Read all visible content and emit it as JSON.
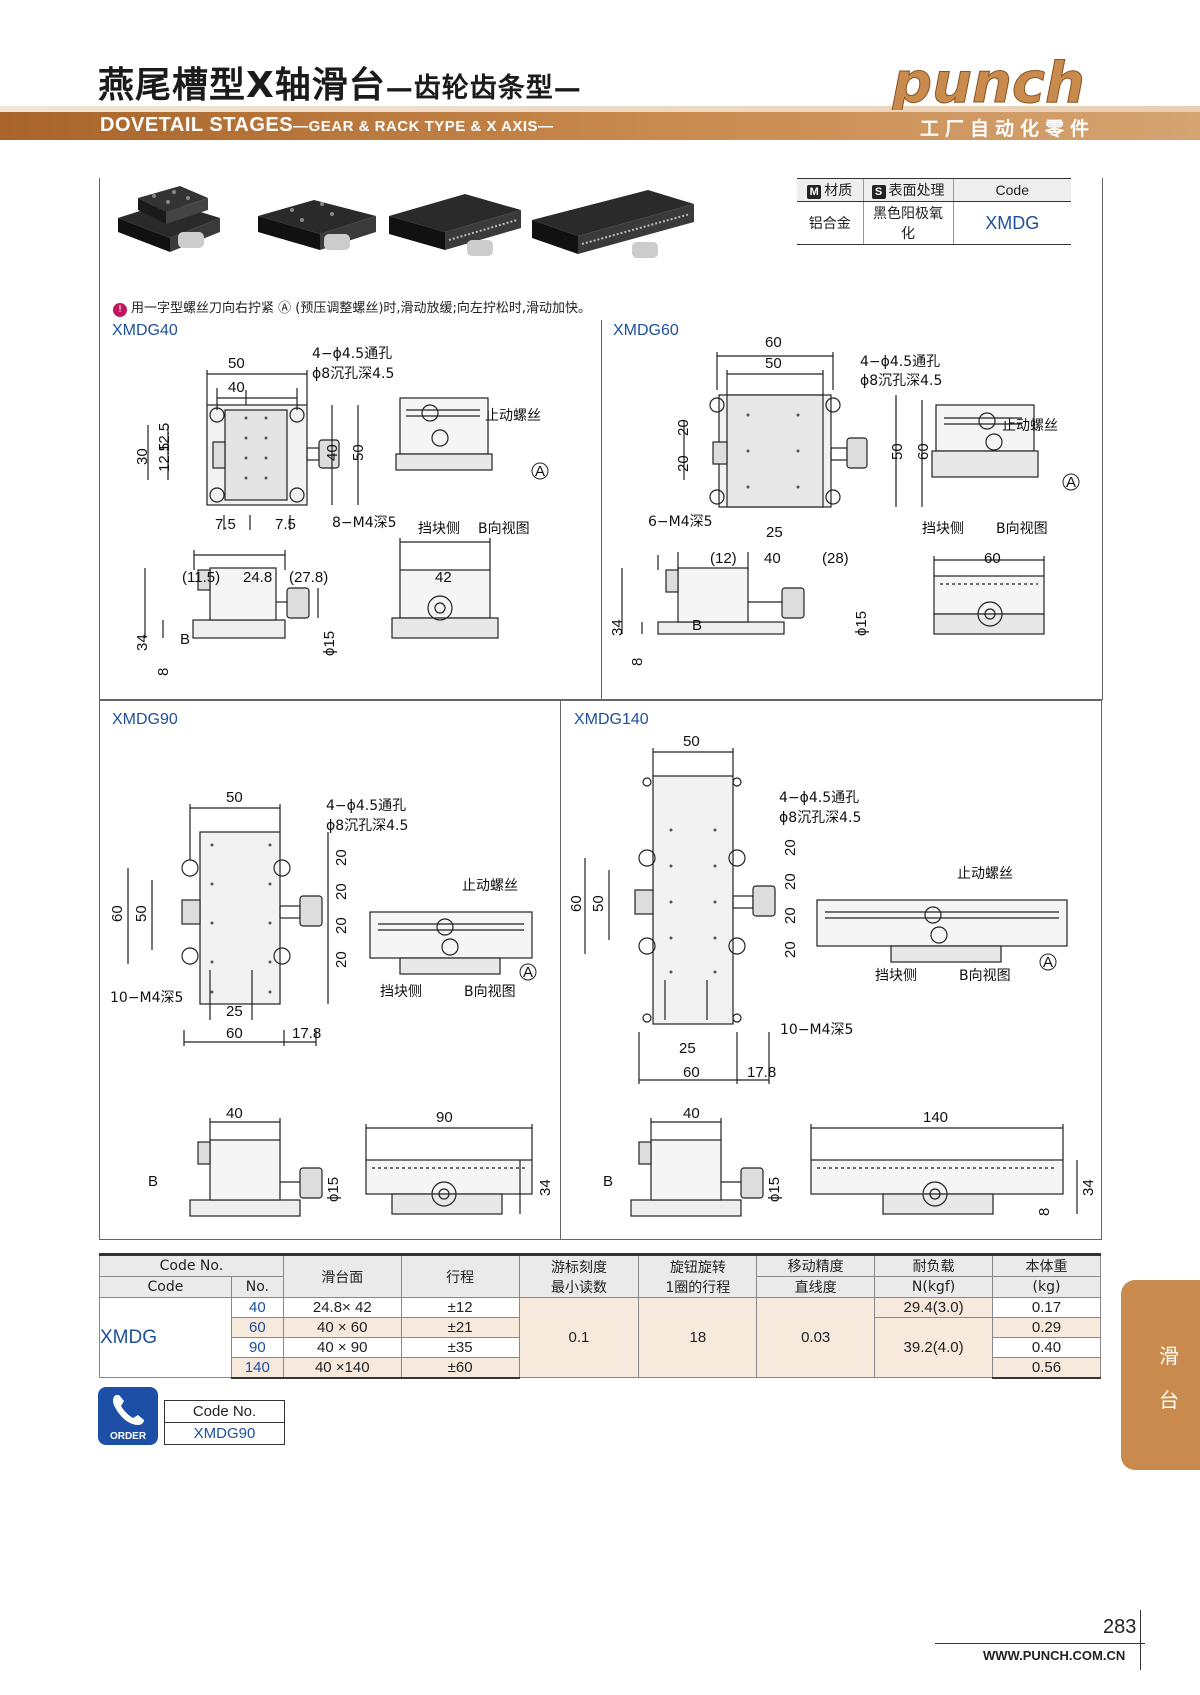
{
  "header": {
    "title_cn": "燕尾槽型X轴滑台",
    "title_cn_sub": "—齿轮齿条型—",
    "title_en": "DOVETAIL STAGES",
    "title_en_sub": "—GEAR & RACK TYPE & X AXIS—",
    "logo_text": "punch",
    "logo_sub": "工厂自动化零件"
  },
  "spec": {
    "material_label": "材质",
    "material_badge": "M",
    "surface_label": "表面处理",
    "surface_badge": "S",
    "code_label": "Code",
    "material_value": "铝合金",
    "surface_value": "黑色阳极氧化",
    "code_value": "XMDG"
  },
  "note": {
    "icon": "!",
    "text": "用一字型螺丝刀向右拧紧 Ⓐ (预压调整螺丝)时,滑动放缓;向左拧松时,滑动加快。"
  },
  "drawings": {
    "xmdg40": {
      "label": "XMDG40",
      "d50": "50",
      "d40": "40",
      "d30": "30",
      "d12a": "12.5",
      "d12b": "12.5",
      "d40v": "40",
      "d50v": "50",
      "d75a": "7.5",
      "d75b": "7.5",
      "holes": "4−ϕ4.5通孔",
      "cbore": "ϕ8沉孔深4.5",
      "tap": "8−M4深5",
      "stop": "止动螺丝",
      "side": "挡块侧",
      "view": "B向视图",
      "a": "A",
      "d115": "(11.5)",
      "d248": "24.8",
      "d278": "(27.8)",
      "d42": "42",
      "d34": "34",
      "d8": "8",
      "d15": "ϕ15",
      "b": "B"
    },
    "xmdg60": {
      "label": "XMDG60",
      "d60": "60",
      "d50": "50",
      "d20a": "20",
      "d20b": "20",
      "d50v": "50",
      "d60v": "60",
      "d25": "25",
      "holes": "4−ϕ4.5通孔",
      "cbore": "ϕ8沉孔深4.5",
      "tap": "6−M4深5",
      "stop": "止动螺丝",
      "side": "挡块侧",
      "view": "B向视图",
      "a": "A",
      "d12": "(12)",
      "d40": "40",
      "d28": "(28)",
      "d60b": "60",
      "d34": "34",
      "d8": "8",
      "d15": "ϕ15",
      "b": "B"
    },
    "xmdg90": {
      "label": "XMDG90",
      "d50": "50",
      "d60v": "60",
      "d50v": "50",
      "d20a": "20",
      "d20b": "20",
      "d20c": "20",
      "d20d": "20",
      "d25": "25",
      "d60": "60",
      "d178": "17.8",
      "holes": "4−ϕ4.5通孔",
      "cbore": "ϕ8沉孔深4.5",
      "tap": "10−M4深5",
      "stop": "止动螺丝",
      "side": "挡块侧",
      "view": "B向视图",
      "a": "A",
      "d40": "40",
      "d90": "90",
      "d34": "34",
      "d15": "ϕ15",
      "b": "B"
    },
    "xmdg140": {
      "label": "XMDG140",
      "d50": "50",
      "d60v": "60",
      "d50v": "50",
      "d20a": "20",
      "d20b": "20",
      "d20c": "20",
      "d20d": "20",
      "d25": "25",
      "d60": "60",
      "d178": "17.8",
      "holes": "4−ϕ4.5通孔",
      "cbore": "ϕ8沉孔深4.5",
      "tap": "10−M4深5",
      "stop": "止动螺丝",
      "side": "挡块侧",
      "view": "B向视图",
      "a": "A",
      "d40": "40",
      "d140": "140",
      "d34": "34",
      "d8": "8",
      "d15": "ϕ15",
      "b": "B"
    }
  },
  "table": {
    "h_codeno": "Code No.",
    "h_code": "Code",
    "h_no": "No.",
    "h_surface": "滑台面",
    "h_stroke": "行程",
    "h_vernier1": "游标刻度",
    "h_vernier2": "最小读数",
    "h_knob1": "旋钮旋转",
    "h_knob2": "1圈的行程",
    "h_acc1": "移动精度",
    "h_acc2": "直线度",
    "h_load1": "耐负载",
    "h_load2": "N(kgf)",
    "h_weight1": "本体重",
    "h_weight2": "(kg)",
    "code": "XMDG",
    "vernier": "0.1",
    "knob": "18",
    "accuracy": "0.03",
    "load_a": "29.4(3.0)",
    "load_b": "39.2(4.0)",
    "rows": [
      {
        "no": "40",
        "surface": "24.8× 42",
        "stroke": "±12",
        "weight": "0.17"
      },
      {
        "no": "60",
        "surface": "40 × 60",
        "stroke": "±21",
        "weight": "0.29"
      },
      {
        "no": "90",
        "surface": "40 × 90",
        "stroke": "±35",
        "weight": "0.40"
      },
      {
        "no": "140",
        "surface": "40 ×140",
        "stroke": "±60",
        "weight": "0.56"
      }
    ]
  },
  "order": {
    "icon_text": "ORDER",
    "label": "Code No.",
    "value": "XMDG90"
  },
  "side_tab": {
    "c1": "滑",
    "c2": "台"
  },
  "footer": {
    "page": "283",
    "url": "WWW.PUNCH.COM.CN"
  }
}
